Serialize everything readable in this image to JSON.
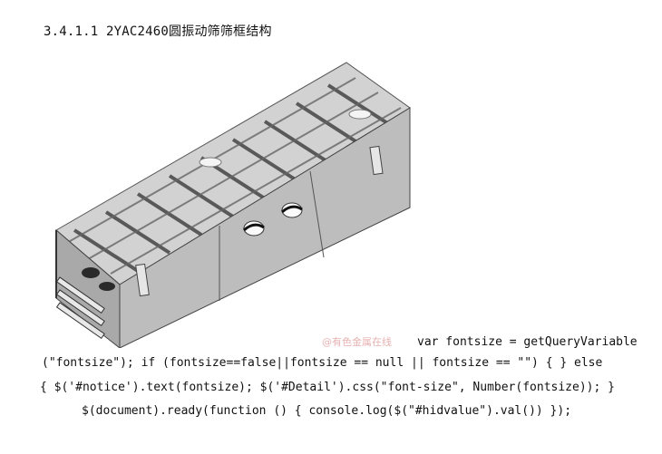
{
  "heading": "3.4.1.1 2YAC2460圆振动筛筛框结构",
  "figure": {
    "watermark": "@有色金属在线"
  },
  "code_lines": [
    "var fontsize = getQueryVariable",
    "(\"fontsize\"); if (fontsize==false||fontsize == null || fontsize == \"\") { } else",
    "{ $('#notice').text(fontsize); $('#Detail').css(\"font-size\", Number(fontsize)); }",
    "$(document).ready(function () { console.log($(\"#hidvalue\").val()) });"
  ]
}
